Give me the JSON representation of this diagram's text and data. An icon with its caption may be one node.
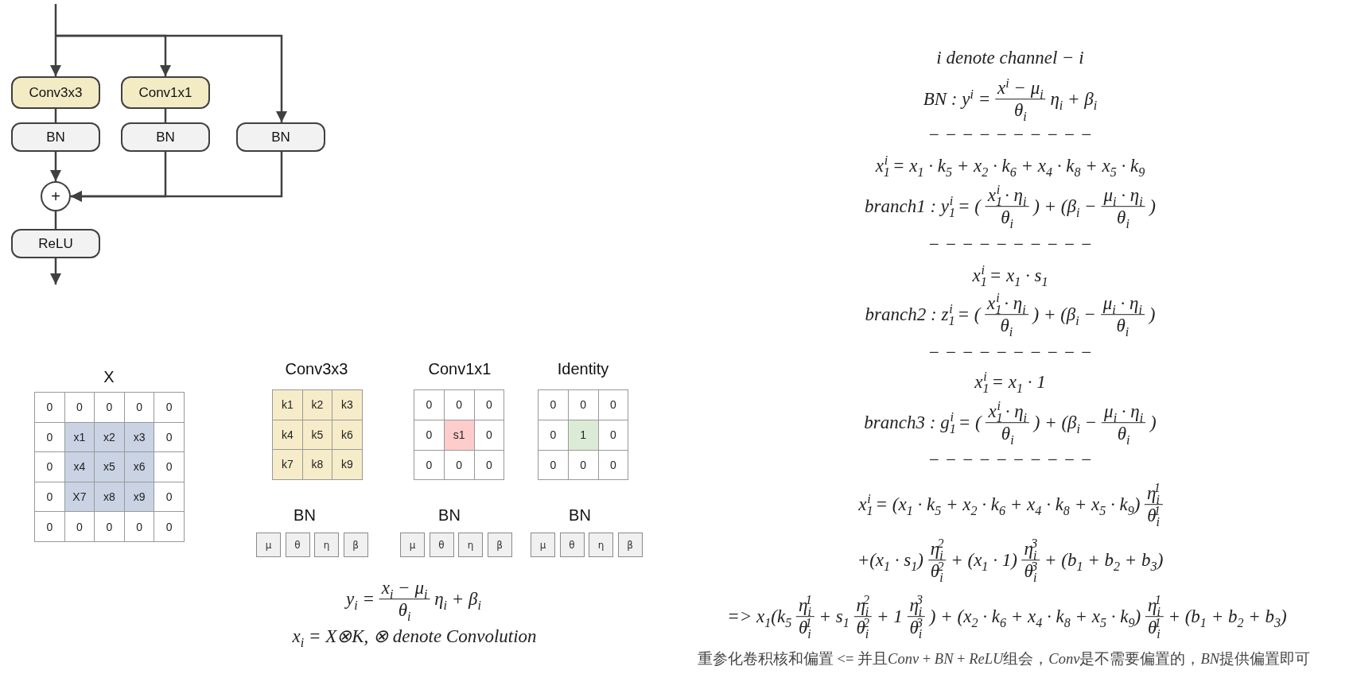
{
  "diagram": {
    "nodes": [
      {
        "text": [
          "Conv3x3"
        ]
      },
      {
        "text": [
          "Conv1x1"
        ]
      },
      {
        "text": [
          "BN"
        ]
      },
      {
        "text": [
          "BN"
        ]
      },
      {
        "text": [
          "BN"
        ]
      },
      {
        "text": [
          "+"
        ]
      },
      {
        "text": [
          "ReLU"
        ]
      }
    ],
    "edges": [
      {
        "from": null,
        "to": 0,
        "arrow": "to"
      },
      {
        "from": null,
        "to": 1,
        "arrow": "to"
      },
      {
        "from": null,
        "to": 4,
        "arrow": "to"
      },
      {
        "from": 0,
        "to": 2,
        "arrow": "none"
      },
      {
        "from": 1,
        "to": 3,
        "arrow": "none"
      },
      {
        "from": 2,
        "to": 5,
        "arrow": "to"
      },
      {
        "from": 3,
        "to": 5,
        "arrow": "to"
      },
      {
        "from": 4,
        "to": 5,
        "arrow": "to"
      },
      {
        "from": 5,
        "to": 6,
        "arrow": "none"
      },
      {
        "from": 6,
        "to": null,
        "arrow": "to"
      }
    ],
    "labels": [
      "X",
      "0",
      "0",
      "0",
      "0",
      "0",
      "0",
      "x1",
      "x2",
      "x3",
      "0",
      "0",
      "x4",
      "x5",
      "x6",
      "0",
      "0",
      "X7",
      "x8",
      "x9",
      "0",
      "0",
      "0",
      "0",
      "0",
      "0",
      "Conv3x3",
      "k1",
      "k2",
      "k3",
      "k4",
      "k5",
      "k6",
      "k7",
      "k8",
      "k9",
      "Conv1x1",
      "0",
      "0",
      "0",
      "0",
      "s1",
      "0",
      "0",
      "0",
      "0",
      "Identity",
      "0",
      "0",
      "0",
      "0",
      "1",
      "0",
      "0",
      "0",
      "0",
      "BN",
      "μ",
      "θ",
      "η",
      "β",
      "BN",
      "μ",
      "θ",
      "η",
      "β",
      "BN",
      "μ",
      "θ",
      "η",
      "β",
      "y$_{i}$ =",
      "x$_{i}$ − μ$_{i}$",
      "θ$_{i}$",
      "η$_{i}$ + β$_{i}$",
      "x$_{i}$ = X⊗K, ⊗ denote Convolution",
      "i denote channel − i",
      "BN : y$^{i}$ =",
      "x$^{i}$ − μ$_{i}$",
      "θ$_{i}$",
      "η$_{i}$ + β$_{i}$",
      "− − − − − − − − − −",
      "x$_{1}$$^{i}$ = x$_{1}$ · k$_{5}$ + x$_{2}$ · k$_{6}$ + x$_{4}$ · k$_{8}$ + x$_{5}$ · k$_{9}$",
      "branch1 : y$_{1}$$^{i}$ = (",
      "x$_{1}$$^{i}$ · η$_{i}$",
      "θ$_{i}$",
      ") + (β$_{i}$ −",
      "μ$_{i}$ · η$_{i}$",
      "θ$_{i}$",
      ")",
      "− − − − − − − − − −",
      "x$_{1}$$^{i}$ = x$_{1}$ · s$_{1}$",
      "branch2 : z$_{1}$$^{i}$ = (",
      "x$_{1}$$^{i}$ · η$_{i}$",
      "θ$_{i}$",
      ") + (β$_{i}$ −",
      "μ$_{i}$ · η$_{i}$",
      "θ$_{i}$",
      ")",
      "− − − − − − − − − −",
      "x$_{1}$$^{i}$ = x$_{1}$ · 1",
      "branch3 : g$_{1}$$^{i}$ = (",
      "x$_{1}$$^{i}$ · η$_{i}$",
      "θ$_{i}$",
      ") + (β$_{i}$ −",
      "μ$_{i}$ · η$_{i}$",
      "θ$_{i}$",
      ")",
      "− − − − − − − − − −",
      "x$_{1}$$^{i}$ = (x$_{1}$ · k$_{5}$ + x$_{2}$ · k$_{6}$ + x$_{4}$ · k$_{8}$ + x$_{5}$ · k$_{9}$)",
      "η$_{i}$$^{1}$",
      "θ$_{i}$$^{1}$",
      "+(x$_{1}$ · s$_{1}$)",
      "η$_{i}$$^{2}$",
      "θ$_{i}$$^{2}$",
      "+ (x$_{1}$ · 1)",
      "η$_{i}$$^{3}$",
      "θ$_{i}$$^{3}$",
      "+ (b$_{1}$ + b$_{2}$ + b$_{3}$)",
      "=> x$_{1}$(k$_{5}$",
      "η$_{i}$$^{1}$",
      "θ$_{i}$$^{1}$",
      "+ s$_{1}$",
      "η$_{i}$$^{2}$",
      "θ$_{i}$$^{2}$",
      "+ 1",
      "η$_{i}$$^{3}$",
      "θ$_{i}$$^{3}$",
      ") + (x$_{2}$ · k$_{6}$ + x$_{4}$ · k$_{8}$ + x$_{5}$ · k$_{9}$)",
      "η$_{i}$$^{1}$",
      "θ$_{i}$$^{1}$",
      "+ (b$_{1}$ + b$_{2}$ + b$_{3}$)",
      "重参化卷积核和偏置 <= 并且Conv + BN + ReLU组会，Conv是不需要偏置的，BN提供偏置即可"
    ]
  }
}
